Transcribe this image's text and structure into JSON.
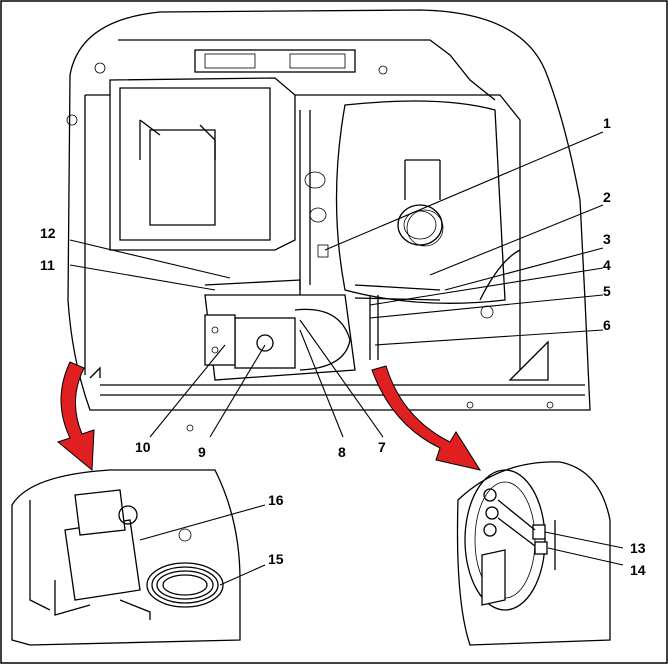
{
  "arrow_color": "#e02020",
  "callouts": [
    {
      "id": "1",
      "label": "1"
    },
    {
      "id": "2",
      "label": "2"
    },
    {
      "id": "3",
      "label": "3"
    },
    {
      "id": "4",
      "label": "4"
    },
    {
      "id": "5",
      "label": "5"
    },
    {
      "id": "6",
      "label": "6"
    },
    {
      "id": "7",
      "label": "7"
    },
    {
      "id": "8",
      "label": "8"
    },
    {
      "id": "9",
      "label": "9"
    },
    {
      "id": "10",
      "label": "10"
    },
    {
      "id": "11",
      "label": "11"
    },
    {
      "id": "12",
      "label": "12"
    },
    {
      "id": "13",
      "label": "13"
    },
    {
      "id": "14",
      "label": "14"
    },
    {
      "id": "15",
      "label": "15"
    },
    {
      "id": "16",
      "label": "16"
    }
  ]
}
